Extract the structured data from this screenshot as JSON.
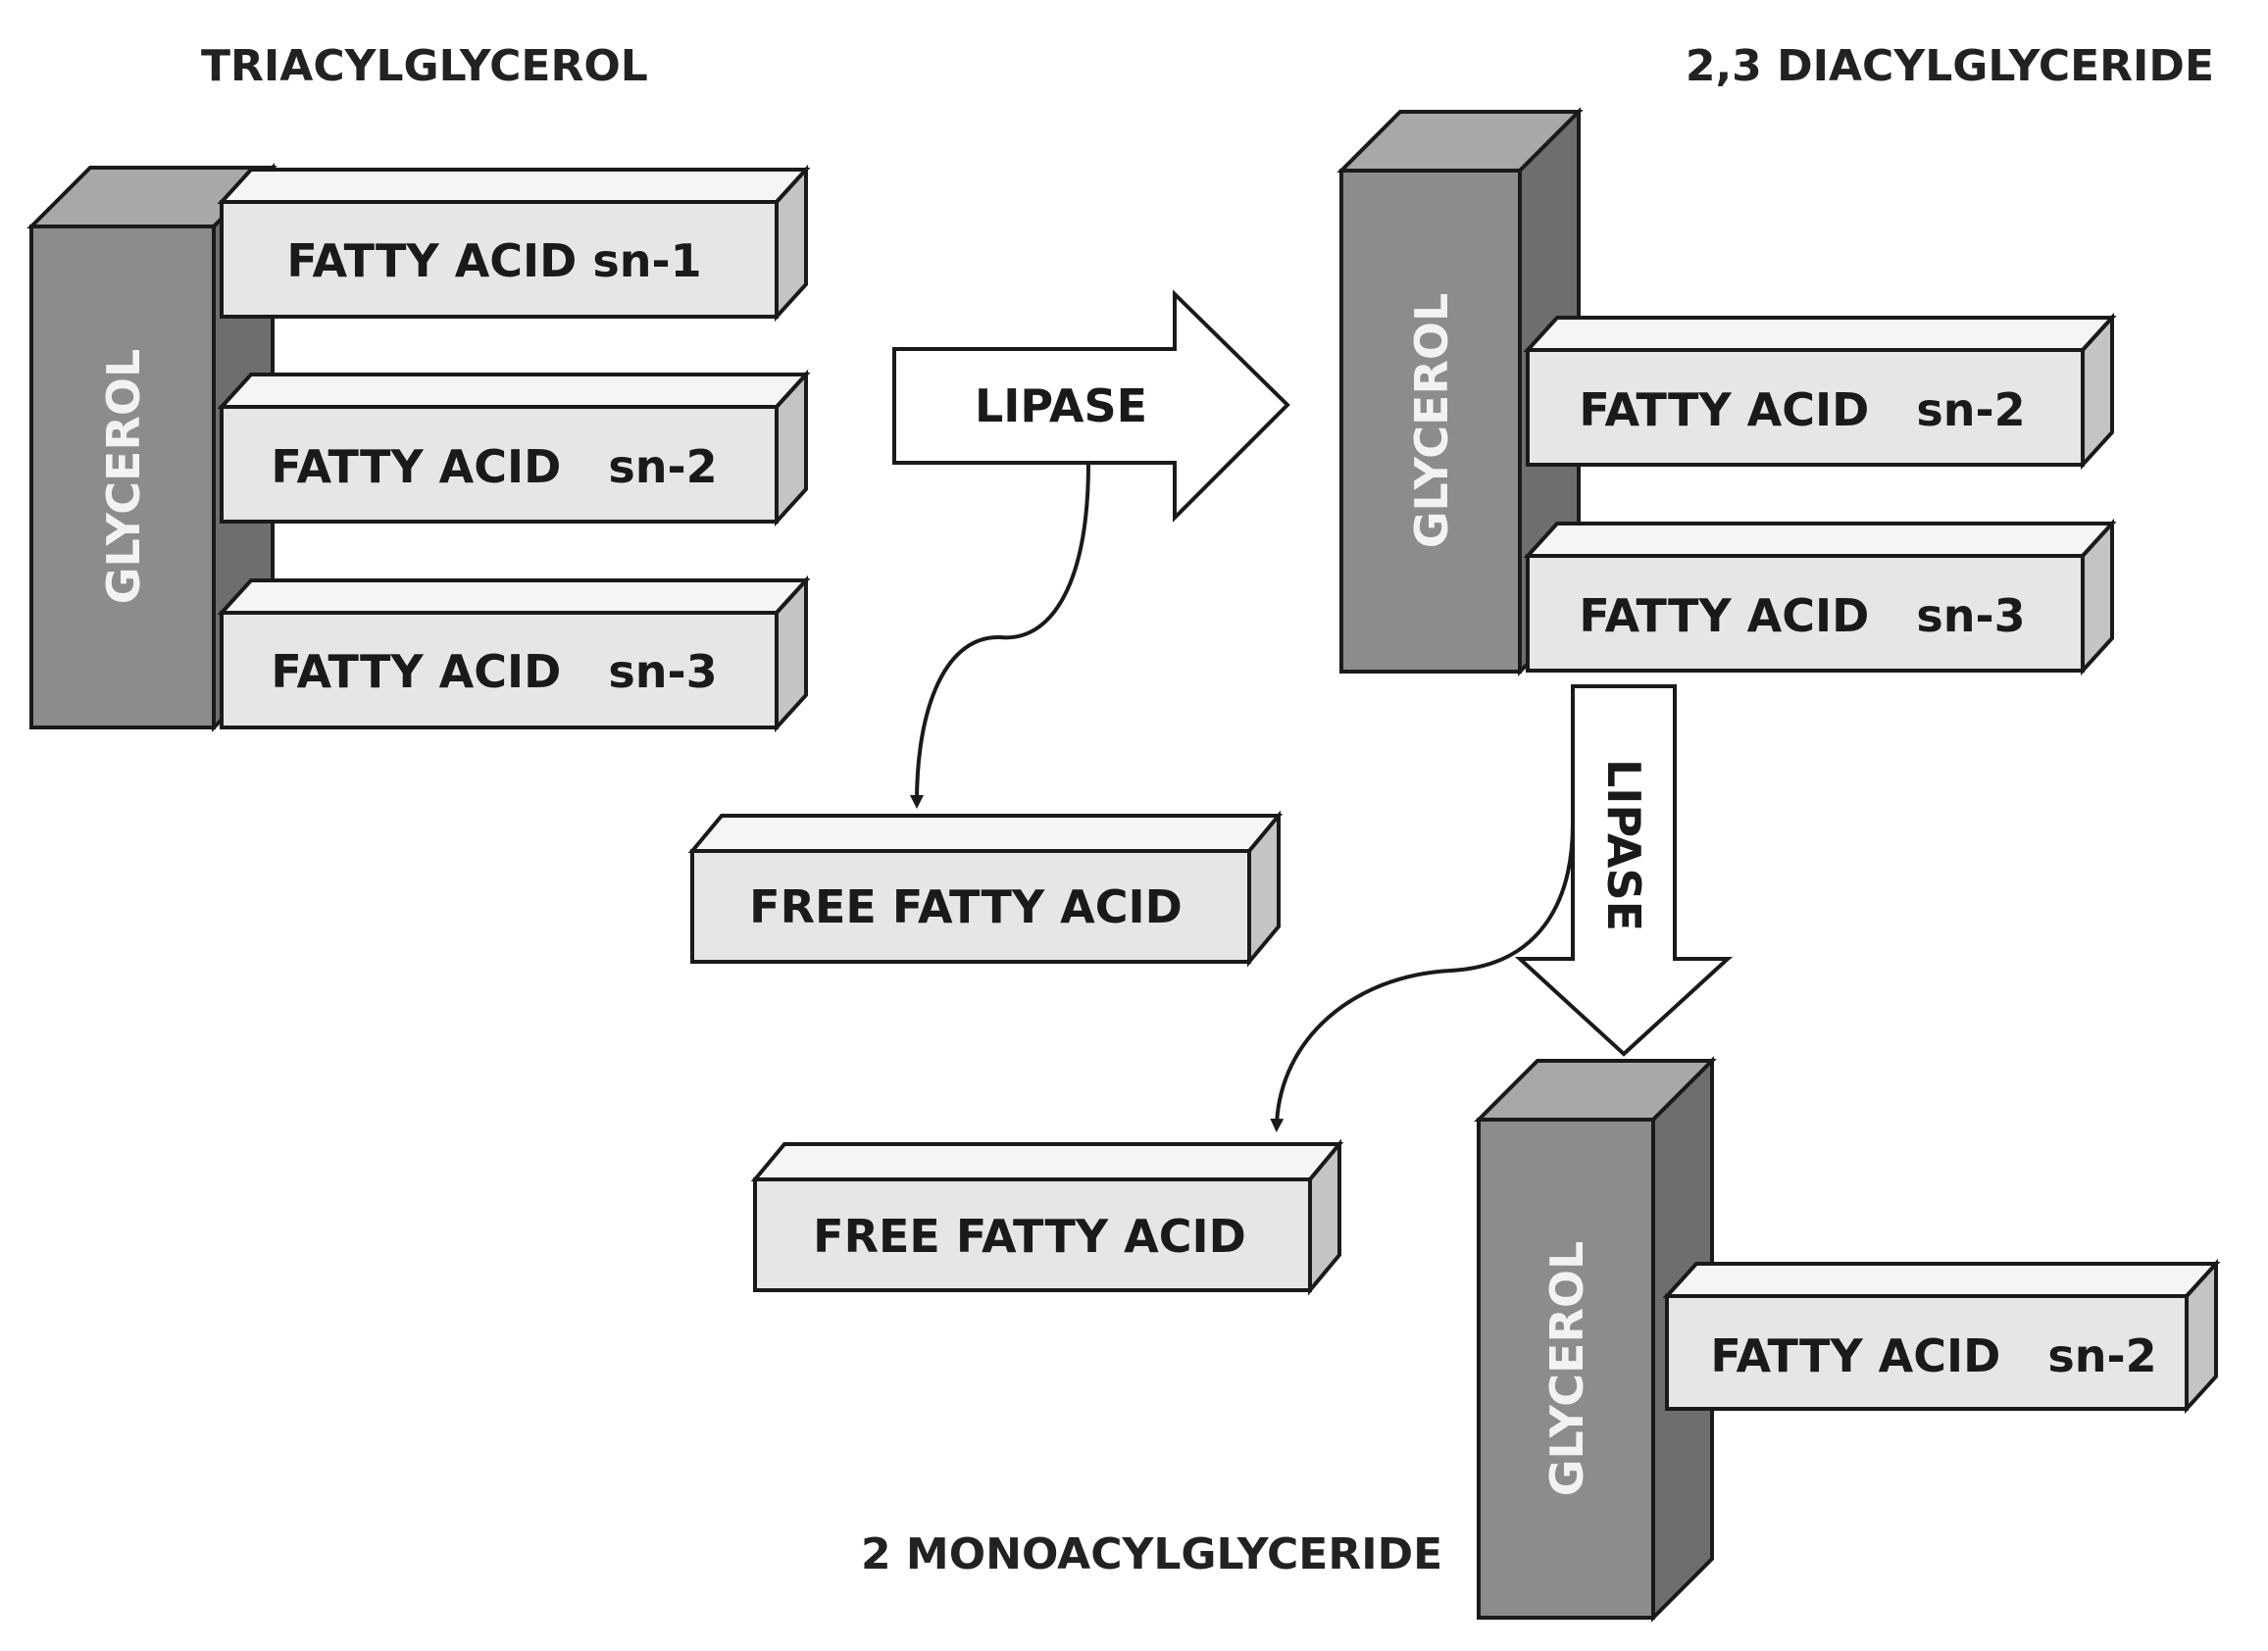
{
  "titles": {
    "tag": "TRIACYLGLYCEROL",
    "dag": "2,3 DIACYLGLYCERIDE",
    "mag": "2 MONOACYLGLYCERIDE"
  },
  "tag": {
    "glycerol": "GLYCEROL",
    "fa1": "FATTY ACID sn-1",
    "fa2": "FATTY ACID   sn-2",
    "fa3": "FATTY ACID   sn-3"
  },
  "dag": {
    "glycerol": "GLYCEROL",
    "fa2": "FATTY ACID   sn-2",
    "fa3": "FATTY ACID   sn-3"
  },
  "mag": {
    "glycerol": "GLYCEROL",
    "fa2": "FATTY ACID   sn-2"
  },
  "enzyme": {
    "step1": "LIPASE",
    "step2": "LIPASE"
  },
  "products": {
    "ffa1": "FREE FATTY ACID",
    "ffa2": "FREE FATTY ACID"
  },
  "colors": {
    "glycerol_front": "#8c8c8c",
    "glycerol_side": "#6e6e6e",
    "glycerol_top": "#a8a8a8",
    "bar_front": "#e6e6e6",
    "bar_top": "#f5f5f5",
    "bar_side": "#c4c4c4",
    "outline": "#1a1a1a"
  }
}
